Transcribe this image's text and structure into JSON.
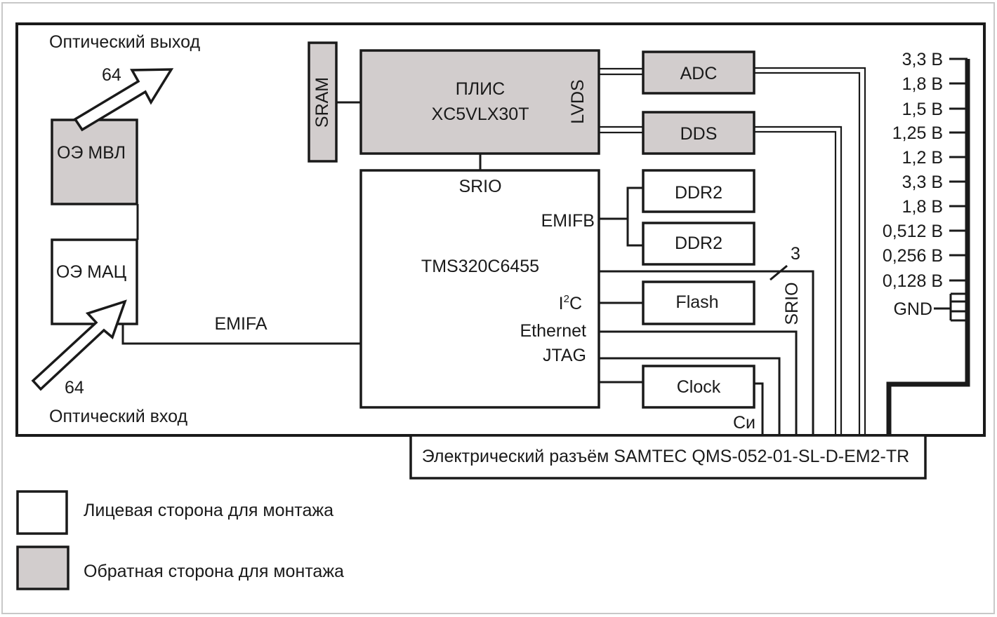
{
  "colors": {
    "front_side": "#ffffff",
    "back_side": "#d2cdcd",
    "line": "#1a1a1a",
    "frame": "#c8c8c8"
  },
  "optics": {
    "output_label": "Оптический выход",
    "output_width": "64",
    "input_label": "Оптический вход",
    "input_width": "64",
    "mvl": "ОЭ МВЛ",
    "mac": "ОЭ МАЦ"
  },
  "blocks": {
    "sram": "SRAM",
    "fpga_line1": "ПЛИС",
    "fpga_line2": "XC5VLX30T",
    "lvds": "LVDS",
    "adc": "ADC",
    "dds": "DDS",
    "ddr2_top": "DDR2",
    "ddr2_bottom": "DDR2",
    "flash": "Flash",
    "clock": "Clock"
  },
  "dsp": {
    "name": "TMS320C6455",
    "srio": "SRIO",
    "emifb": "EMIFB",
    "i2c_main": "I",
    "i2c_sup": "2",
    "i2c_tail": "C",
    "ethernet": "Ethernet",
    "jtag": "JTAG"
  },
  "buses": {
    "emifa": "EMIFA",
    "srio_vertical": "SRIO",
    "srio_count": "3",
    "clock_out": "Си"
  },
  "connector": "Электрический разъём SAMTEC QMS-052-01-SL-D-EM2-TR",
  "power_rails": [
    "3,3 В",
    "1,8 В",
    "1,5 В",
    "1,25 В",
    "1,2 В",
    "3,3 В",
    "1,8 В",
    "0,512 В",
    "0,256 В",
    "0,128 В",
    "GND"
  ],
  "legend": {
    "front": "Лицевая сторона для монтажа",
    "back": "Обратная сторона для монтажа"
  }
}
